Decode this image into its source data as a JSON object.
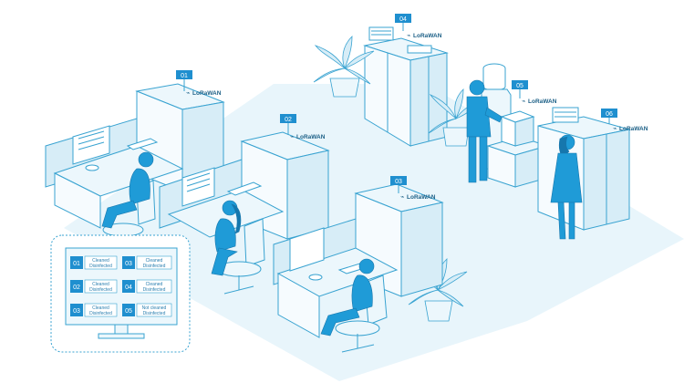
{
  "colors": {
    "line": "#39a3d1",
    "fill_light": "#ecf7fc",
    "fill_mid": "#d7edf7",
    "floor": "#e8f5fb",
    "tag": "#1f8fcf",
    "person": "#1f9bd7",
    "person_dark": "#1677ad",
    "lora_text": "#1b5f86"
  },
  "sensors": [
    {
      "id": "01",
      "lora": "LoRaWAN"
    },
    {
      "id": "02",
      "lora": "LoRaWAN"
    },
    {
      "id": "03",
      "lora": "LoRaWAN"
    },
    {
      "id": "04",
      "lora": "LoRaWAN"
    },
    {
      "id": "05",
      "lora": "LoRaWAN"
    },
    {
      "id": "06",
      "lora": "LoRaWAN"
    }
  ],
  "status_screen": {
    "cells": [
      {
        "num": "01",
        "line1": "Cleaned",
        "line2": "Disinfected"
      },
      {
        "num": "03",
        "line1": "Cleaned",
        "line2": "Disinfected"
      },
      {
        "num": "02",
        "line1": "Cleaned",
        "line2": "Disinfected"
      },
      {
        "num": "04",
        "line1": "Cleaned",
        "line2": "Disinfected"
      },
      {
        "num": "03",
        "line1": "Cleaned",
        "line2": "Disinfected"
      },
      {
        "num": "05",
        "line1": "Not cleaned",
        "line2": "Disinfected"
      }
    ]
  }
}
